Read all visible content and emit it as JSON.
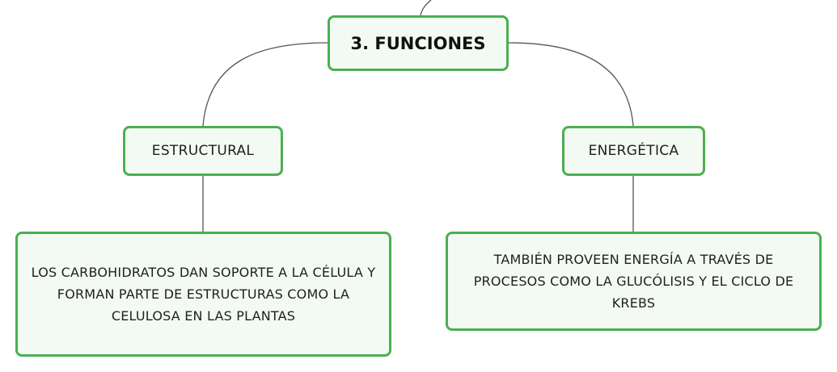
{
  "diagram": {
    "root": {
      "label": "3. FUNCIONES"
    },
    "branches": [
      {
        "label": "ESTRUCTURAL",
        "detail": "LOS CARBOHIDRATOS DAN SOPORTE A LA CÉLULA Y FORMAN PARTE DE ESTRUCTURAS COMO LA CELULOSA EN LAS PLANTAS"
      },
      {
        "label": "ENERGÉTICA",
        "detail": "TAMBIÉN PROVEEN ENERGÍA A TRAVÉS DE PROCESOS COMO LA GLUCÓLISIS Y EL CICLO DE KREBS"
      }
    ],
    "colors": {
      "node_border": "#4caf50",
      "node_fill": "#f3faf4",
      "connector": "#555555"
    }
  }
}
